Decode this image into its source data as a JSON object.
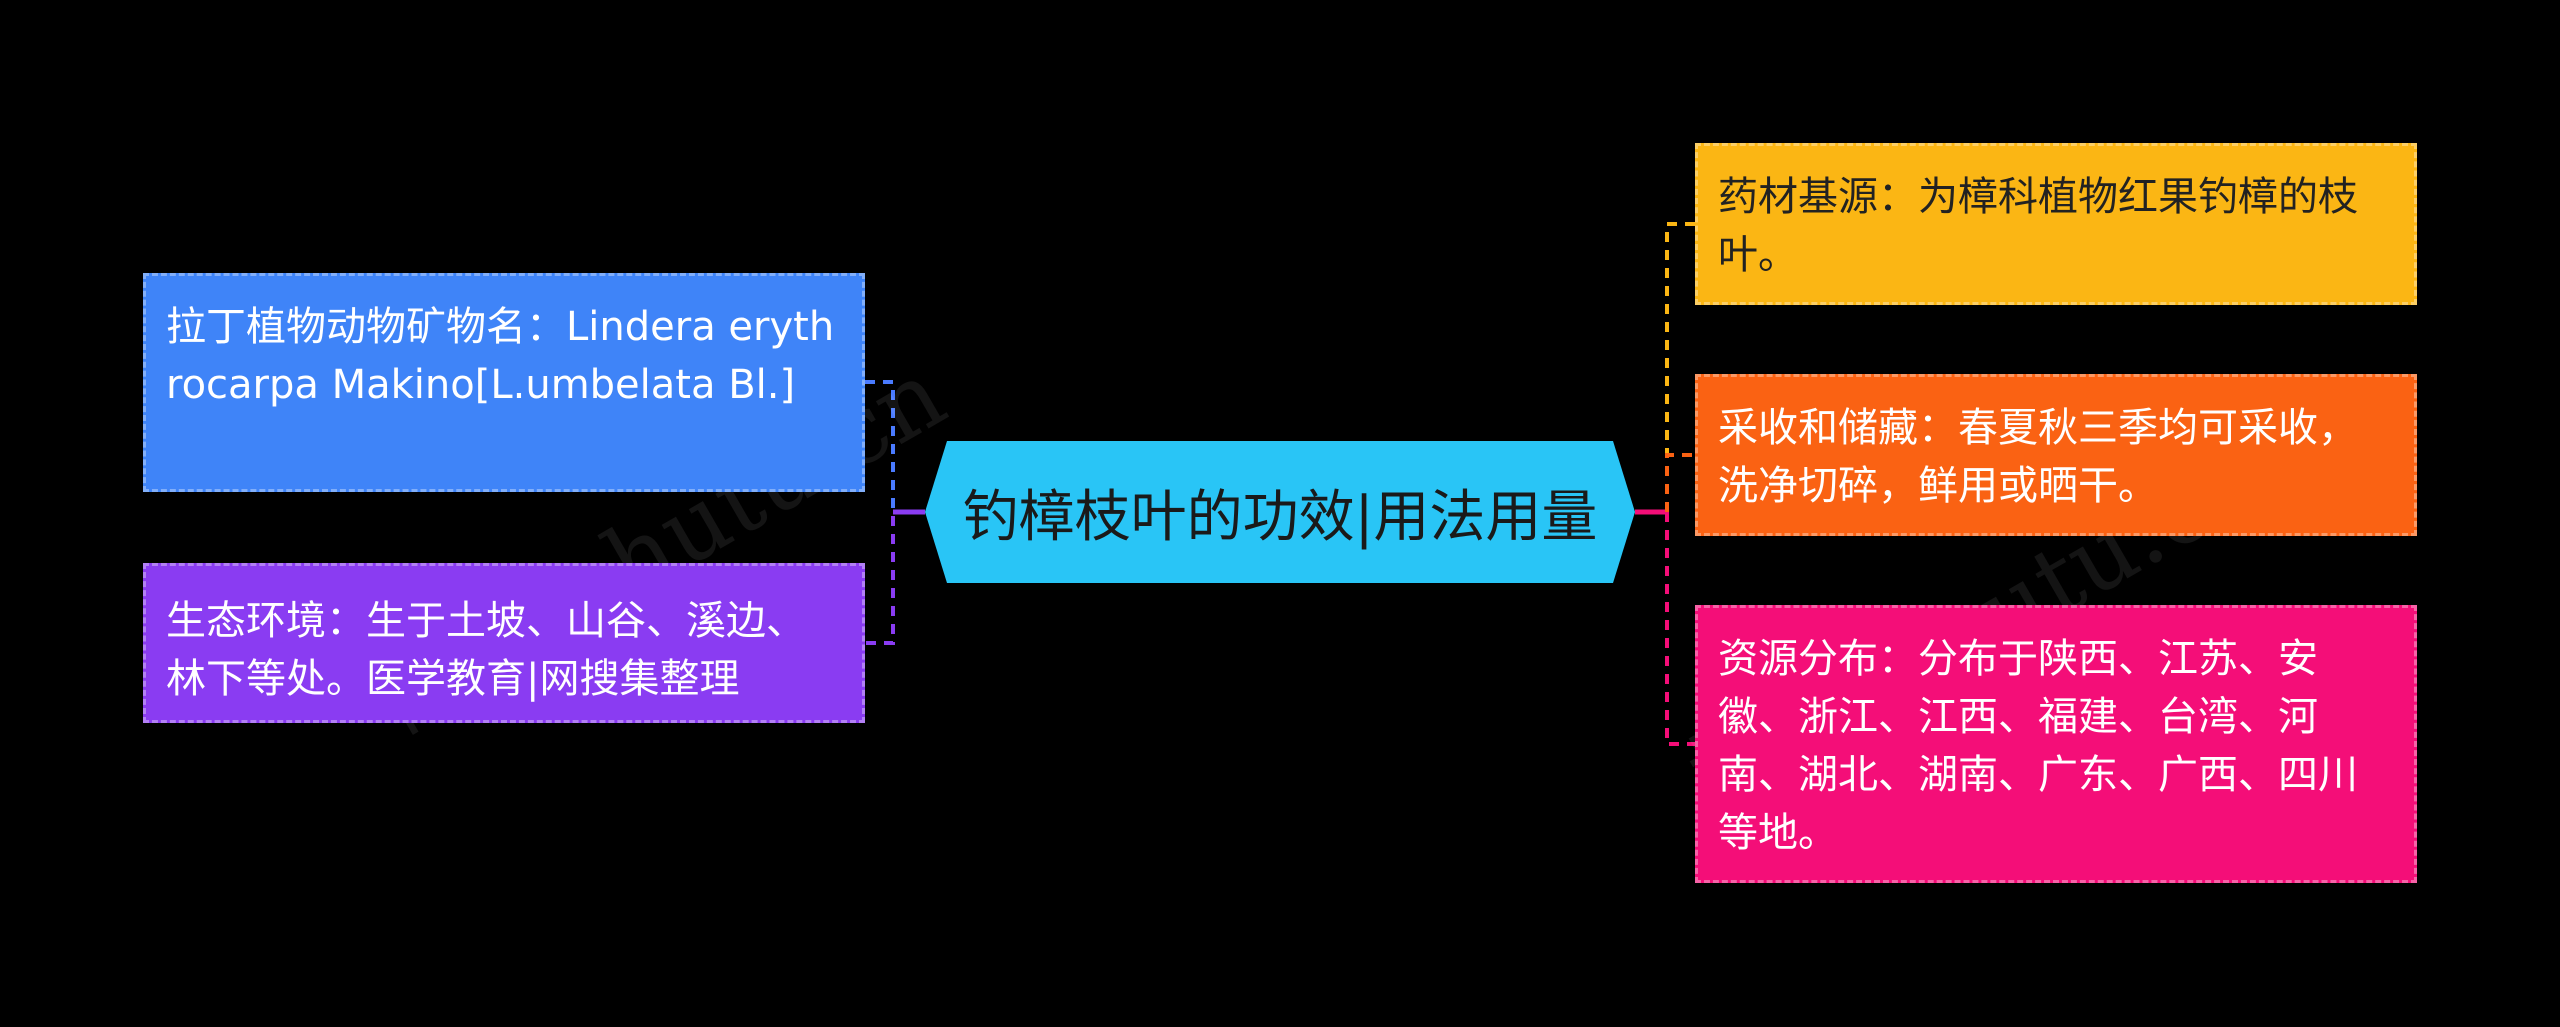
{
  "root": {
    "title": "钓樟枝叶的功效|用法用量",
    "color": "#29c5f6"
  },
  "left_branches": [
    {
      "text": "拉丁植物动物矿物名：Lindera erythrocarpa Makino[L.umbelata Bl.]",
      "color": "#3f84f8",
      "connector_color": "#4a7bff"
    },
    {
      "text": "生态环境：生于土坡、山谷、溪边、林下等处。医学教育|网搜集整理",
      "color": "#8a3cf2",
      "connector_color": "#8a3cf2"
    }
  ],
  "right_branches": [
    {
      "text": "药材基源：为樟科植物红果钓樟的枝叶。",
      "color": "#fbb614",
      "connector_color": "#fbb614"
    },
    {
      "text": "采收和储藏：春夏秋三季均可采收，洗净切碎，鲜用或晒干。",
      "color": "#fa6213",
      "connector_color": "#fa6213"
    },
    {
      "text": "资源分布：分布于陕西、江苏、安徽、浙江、江西、福建、台湾、河南、湖北、湖南、广东、广西、四川等地。",
      "color": "#f40e78",
      "connector_color": "#f40e78"
    }
  ],
  "watermark": "树图 shutu.cn"
}
